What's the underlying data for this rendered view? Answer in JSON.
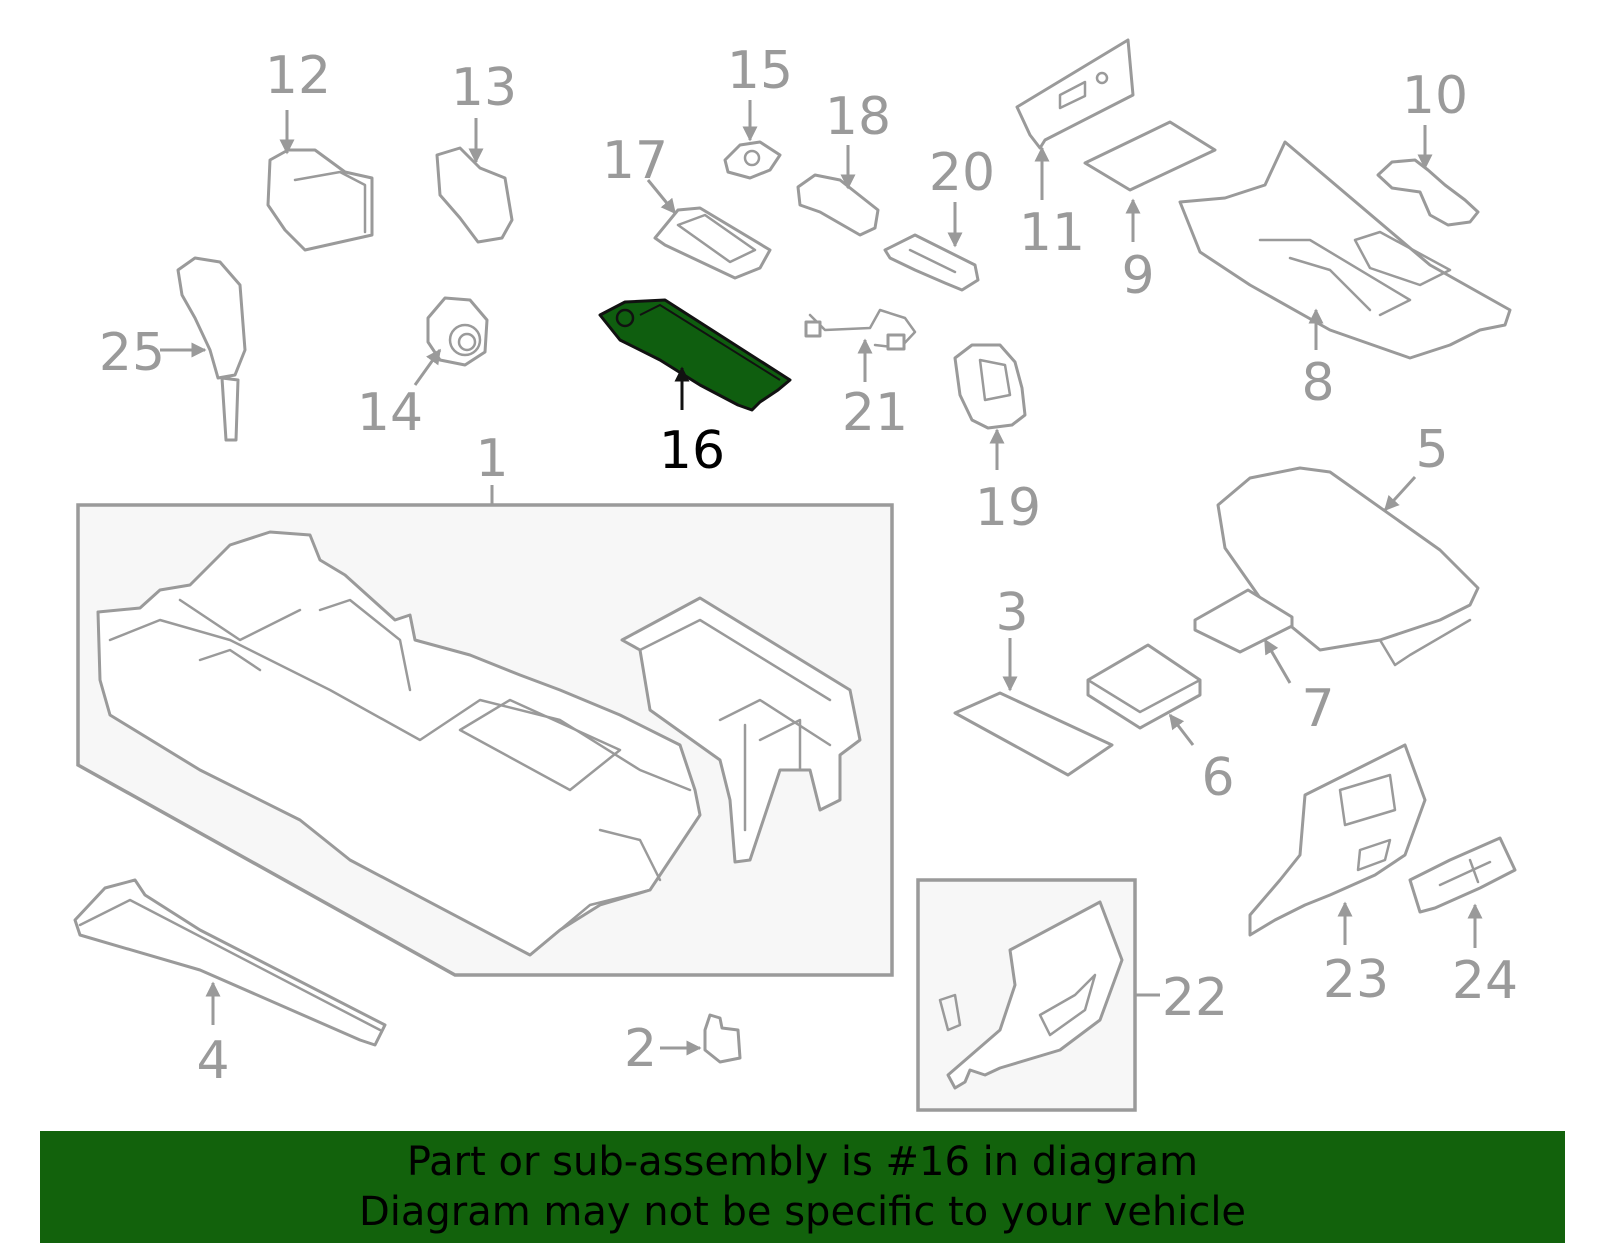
{
  "diagram": {
    "highlight_color": "#12620c",
    "line_color": "#9a9a9a",
    "callouts": {
      "c1": "1",
      "c2": "2",
      "c3": "3",
      "c4": "4",
      "c5": "5",
      "c6": "6",
      "c7": "7",
      "c8": "8",
      "c9": "9",
      "c10": "10",
      "c11": "11",
      "c12": "12",
      "c13": "13",
      "c14": "14",
      "c15": "15",
      "c16": "16",
      "c17": "17",
      "c18": "18",
      "c19": "19",
      "c20": "20",
      "c21": "21",
      "c22": "22",
      "c23": "23",
      "c24": "24",
      "c25": "25"
    },
    "highlighted_part": "16"
  },
  "banner": {
    "line1": "Part or sub-assembly is #16 in diagram",
    "line2": "Diagram may not be specific to your vehicle"
  }
}
